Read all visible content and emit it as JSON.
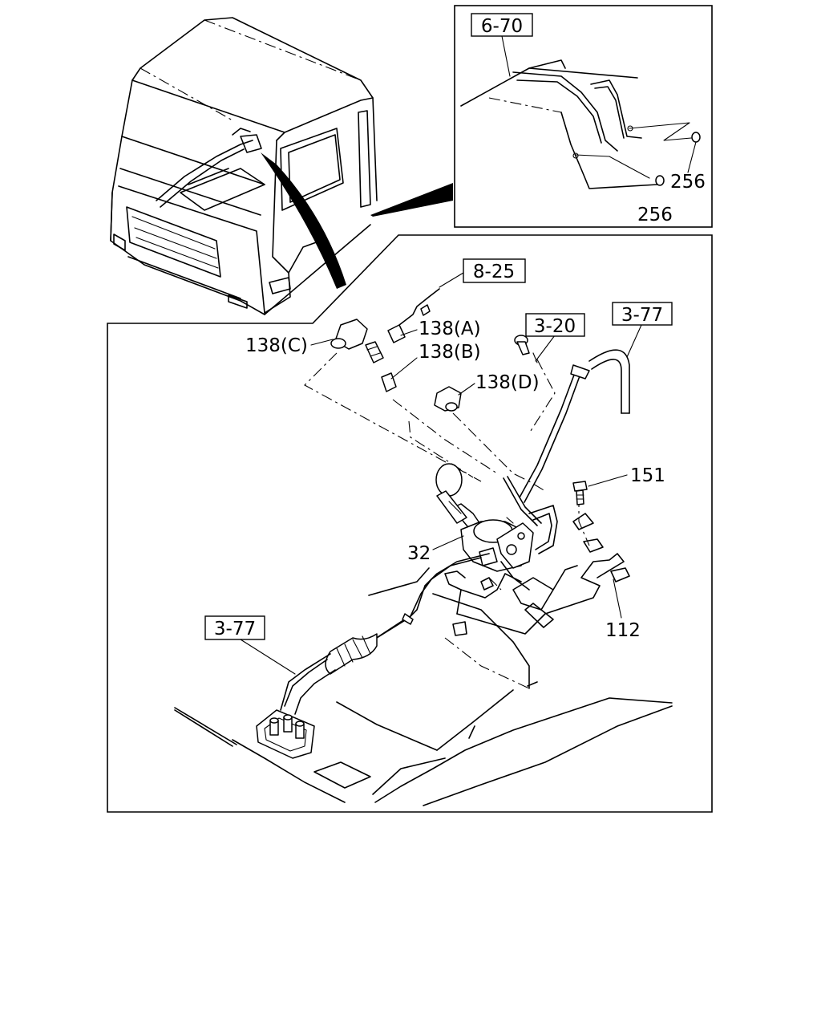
{
  "references": {
    "r6_70": "6-70",
    "r8_25": "8-25",
    "r3_20": "3-20",
    "r3_77_top": "3-77",
    "r3_77_bottom": "3-77"
  },
  "parts": {
    "p256_a": "256",
    "p256_b": "256",
    "p138a": "138(A)",
    "p138b": "138(B)",
    "p138c": "138(C)",
    "p138d": "138(D)",
    "p151": "151",
    "p32": "32",
    "p112": "112"
  }
}
